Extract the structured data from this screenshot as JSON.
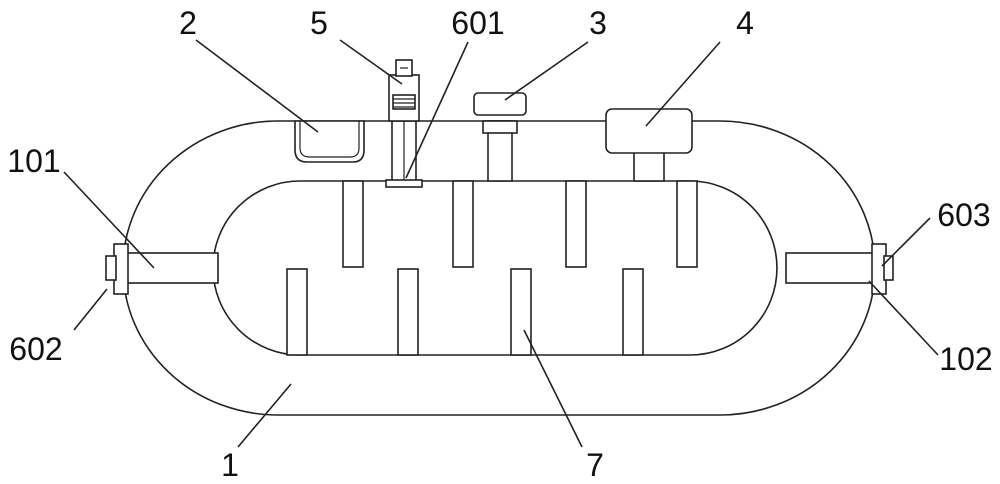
{
  "labels": {
    "l1": "1",
    "l2": "2",
    "l3": "3",
    "l4": "4",
    "l5": "5",
    "l7": "7",
    "l101": "101",
    "l102": "102",
    "l601": "601",
    "l602": "602",
    "l603": "603"
  },
  "colors": {
    "stroke": "#222222",
    "background": "#ffffff"
  }
}
